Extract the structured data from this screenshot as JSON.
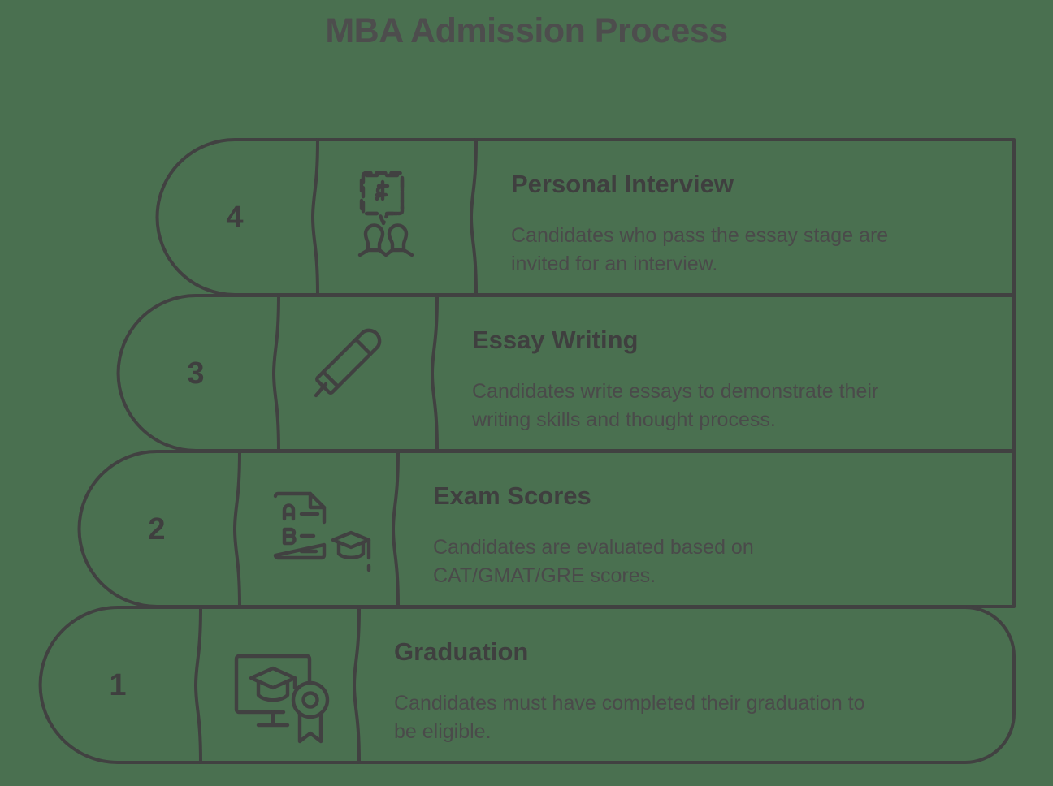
{
  "title": "MBA Admission Process",
  "background_color": "#4a7050",
  "outline_color": "#414141",
  "text_color": "#3f3f3f",
  "steps": [
    {
      "number": "4",
      "heading": "Personal Interview",
      "body_line_1": "Candidates who pass the essay stage are",
      "body_line_2": "invited for an interview.",
      "icon": "interview-speech-bubble-people-icon",
      "color_top": "#6fd7fb",
      "color_bottom": "#1fc0f4"
    },
    {
      "number": "3",
      "heading": "Essay Writing",
      "body_line_1": "Candidates write essays to demonstrate their",
      "body_line_2": "writing skills and thought process.",
      "icon": "pen-marker-icon",
      "color_top": "#d6f15e",
      "color_bottom": "#9cd824"
    },
    {
      "number": "2",
      "heading": "Exam Scores",
      "body_line_1": "Candidates are evaluated based on",
      "body_line_2": "CAT/GMAT/GRE scores.",
      "icon": "exam-sheet-graduation-cap-icon",
      "color_top": "#80f0ba",
      "color_bottom": "#38e088"
    },
    {
      "number": "1",
      "heading": "Graduation",
      "body_line_1": "Candidates must have completed their graduation to",
      "body_line_2": "be eligible.",
      "icon": "monitor-graduation-cap-award-icon",
      "color_top": "#a9c5f6",
      "color_bottom": "#528ef5"
    }
  ]
}
